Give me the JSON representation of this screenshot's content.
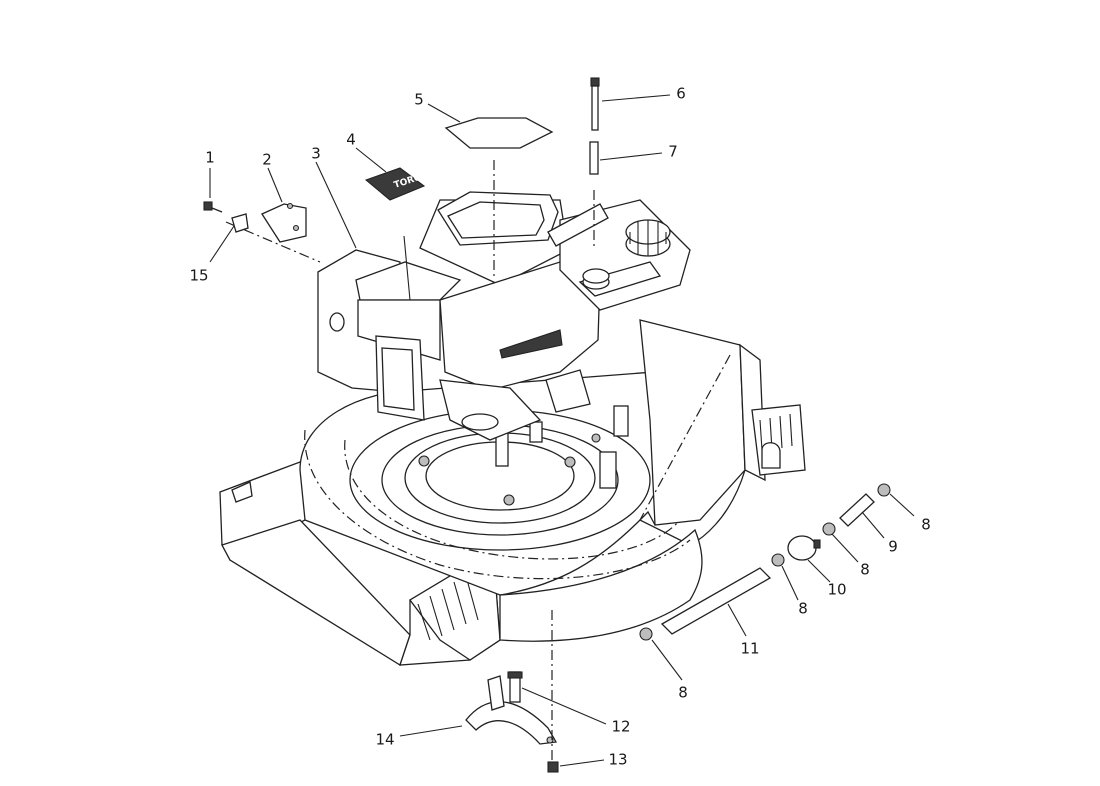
{
  "callouts": [
    {
      "id": "c1",
      "label": "1"
    },
    {
      "id": "c2",
      "label": "2"
    },
    {
      "id": "c3",
      "label": "3"
    },
    {
      "id": "c4",
      "label": "4"
    },
    {
      "id": "c5",
      "label": "5"
    },
    {
      "id": "c6",
      "label": "6"
    },
    {
      "id": "c7",
      "label": "7"
    },
    {
      "id": "c8a",
      "label": "8"
    },
    {
      "id": "c8b",
      "label": "8"
    },
    {
      "id": "c8c",
      "label": "8"
    },
    {
      "id": "c8d",
      "label": "8"
    },
    {
      "id": "c9",
      "label": "9"
    },
    {
      "id": "c10",
      "label": "10"
    },
    {
      "id": "c11",
      "label": "11"
    },
    {
      "id": "c12",
      "label": "12"
    },
    {
      "id": "c13",
      "label": "13"
    },
    {
      "id": "c14",
      "label": "14"
    },
    {
      "id": "c15",
      "label": "15"
    }
  ],
  "decal_text": "TORO"
}
